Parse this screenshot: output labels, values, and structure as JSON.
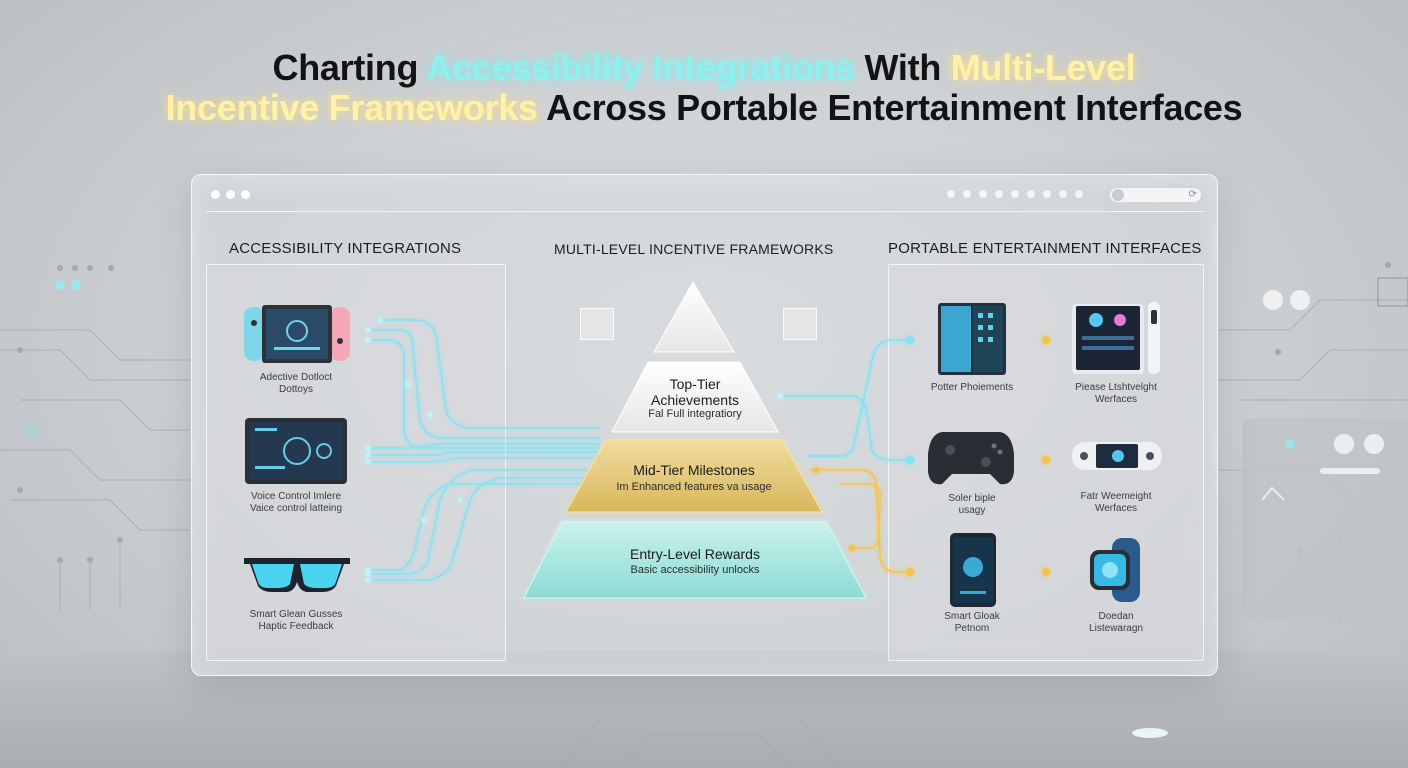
{
  "title": {
    "part1": "Charting ",
    "part2": "Accessibility Integrations",
    "part3": " With ",
    "part4": "Multi-Level",
    "part5": "Incentive Frameworks",
    "part6": " Across Portable Entertainment Interfaces"
  },
  "columns": {
    "left": "ACCESSIBILITY INTEGRATIONS",
    "center": "MULTI-LEVEL INCENTIVE FRAMEWORKS",
    "right": "PORTABLE ENTERTAINMENT INTERFACES"
  },
  "left_items": [
    {
      "line1": "Adective Dotloct",
      "line2": "Dottoys",
      "icon": "handheld-console-icon"
    },
    {
      "line1": "Voice Control Imlere",
      "line2": "Vaice control latteing",
      "icon": "tablet-icon"
    },
    {
      "line1": "Smart Glean Gusses",
      "line2": "Haptic Feedback",
      "icon": "smart-glasses-icon"
    }
  ],
  "tiers": [
    {
      "title1": "Top-Tier",
      "title2": "Achievements",
      "sub": "Fal Full integratiory"
    },
    {
      "title": "Mid-Tier Milestones",
      "sub": "Im Enhanced features va usage"
    },
    {
      "title": "Entry-Level Rewards",
      "sub": "Basic accessibility unlocks"
    }
  ],
  "right_items": [
    {
      "line1": "Potter Phoiements",
      "line2": "",
      "icon": "foldable-phone-icon"
    },
    {
      "line1": "Piease Ltshtvelght",
      "line2": "Werfaces",
      "icon": "tablet-controller-icon"
    },
    {
      "line1": "Soler biple",
      "line2": "usagy",
      "icon": "gamepad-icon"
    },
    {
      "line1": "Fatr Weemeight",
      "line2": "Werfaces",
      "icon": "handheld-device-icon"
    },
    {
      "line1": "Smart Gloak",
      "line2": "Petnom",
      "icon": "smartphone-icon"
    },
    {
      "line1": "Doedan",
      "line2": "Listewaragn",
      "icon": "smartwatch-icon"
    }
  ],
  "colors": {
    "cyan_glow": "#8cf0ef",
    "gold_glow": "#fff1a8",
    "tier_top": "#f4f4f4",
    "tier_mid": "#e3c56a",
    "tier_entry": "#9ee3dd",
    "connector_cyan": "#7fe3f5",
    "connector_gold": "#f3c44a"
  }
}
